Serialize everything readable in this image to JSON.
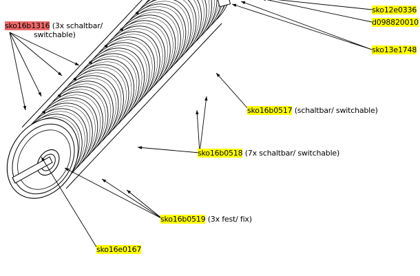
{
  "callouts": [
    {
      "id": "sko12e0336",
      "part": "sko12e0336",
      "desc": "",
      "highlight": "#ffff00"
    },
    {
      "id": "d098820010",
      "part": "d098820010",
      "desc": "",
      "highlight": "#ffff00"
    },
    {
      "id": "sko13e1748",
      "part": "sko13e1748",
      "desc": "",
      "highlight": "#ffff00"
    },
    {
      "id": "sko16b1316",
      "part": "sko16b1316",
      "desc": " (3x schaltbar/",
      "desc2": "switchable)",
      "highlight": "#f06a6a"
    },
    {
      "id": "sko16b0517",
      "part": "sko16b0517",
      "desc": " (schaltbar/ switchable)",
      "highlight": "#ffff00"
    },
    {
      "id": "sko16b0518",
      "part": "sko16b0518",
      "desc": " (7x schaltbar/ switchable)",
      "highlight": "#ffff00"
    },
    {
      "id": "sko16b0519",
      "part": "sko16b0519",
      "desc": " (3x fest/ fix)",
      "highlight": "#ffff00"
    },
    {
      "id": "sko16e0167",
      "part": "sko16e0167",
      "desc": "",
      "highlight": "#ffff00"
    }
  ]
}
